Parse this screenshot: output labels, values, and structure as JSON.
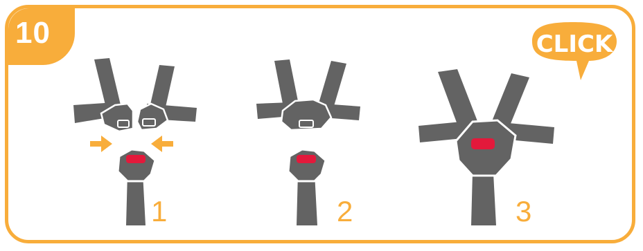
{
  "step_badge": "10",
  "callout": "CLICK",
  "steps": [
    {
      "number": "1"
    },
    {
      "number": "2"
    },
    {
      "number": "3"
    }
  ],
  "colors": {
    "accent": "#f8ad3b",
    "strap": "#636363",
    "buckle_button": "#e3193b",
    "outline": "#ffffff"
  },
  "icons": [
    "buckle-tongues-apart",
    "arrow-right-icon",
    "arrow-left-icon",
    "buckle-tongues-joined",
    "buckle-clicked"
  ]
}
